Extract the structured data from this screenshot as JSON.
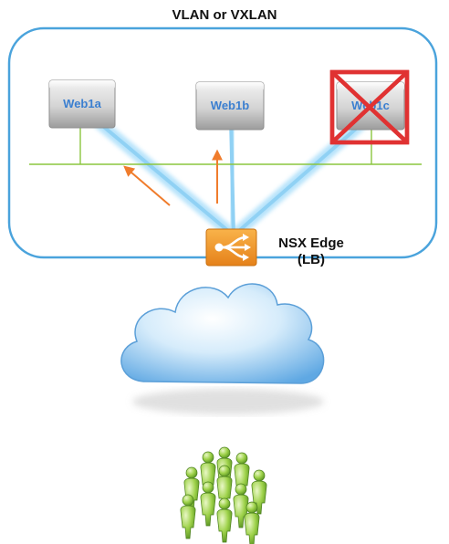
{
  "diagram": {
    "title": "VLAN or VXLAN",
    "servers": [
      {
        "label": "Web1a",
        "status": "active"
      },
      {
        "label": "Web1b",
        "status": "active"
      },
      {
        "label": "Web1c",
        "status": "failed"
      }
    ],
    "edge": {
      "name": "NSX Edge",
      "role": "(LB)"
    },
    "icons": {
      "load_balancer": "load-balancer-icon",
      "cloud": "cloud-icon",
      "users": "users-group-icon",
      "failure_mark": "red-x-icon"
    },
    "colors": {
      "network_border": "#4aa3dc",
      "beam": "#8fd3f5",
      "segment_line": "#8cc63f",
      "arrow": "#f07c2c",
      "edge_orange": "#f39c29",
      "failure_red": "#e03232",
      "server_label": "#3b7fd0",
      "users_green": "#8cc63f"
    }
  }
}
